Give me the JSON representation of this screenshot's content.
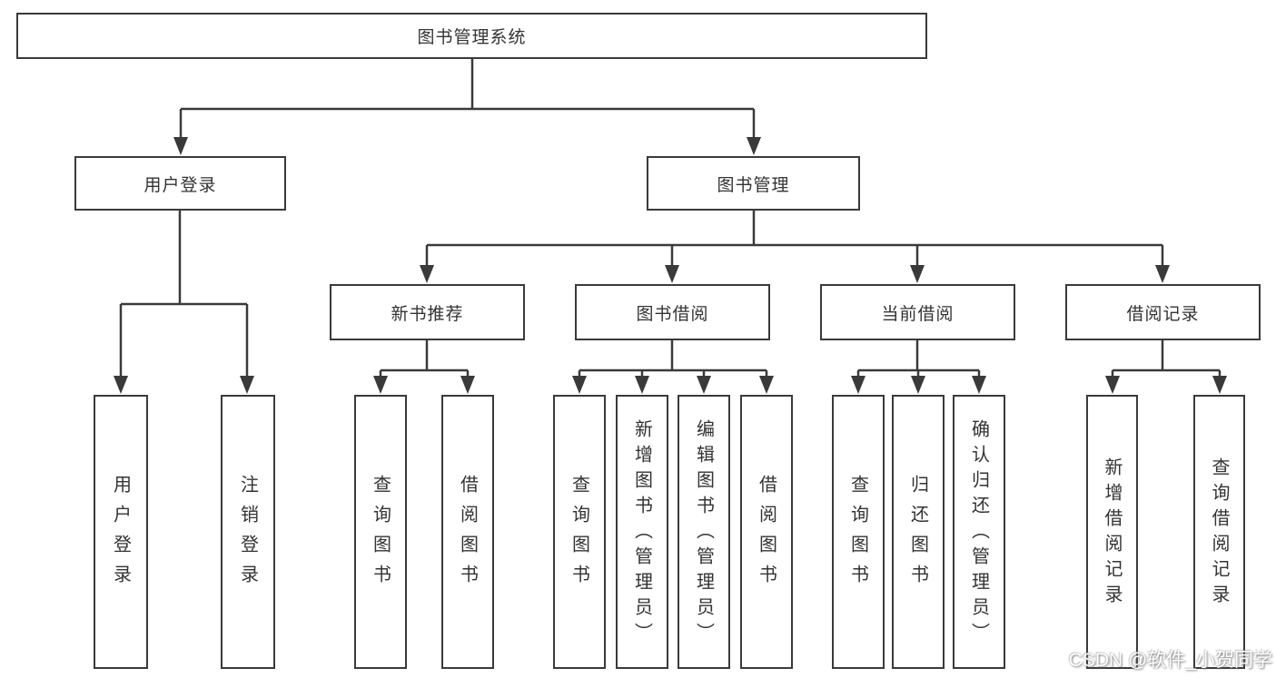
{
  "diagram": {
    "root": {
      "label": "图书管理系统"
    },
    "branches": [
      {
        "label": "用户登录",
        "children": [
          {
            "label": "用户登录"
          },
          {
            "label": "注销登录"
          }
        ]
      },
      {
        "label": "图书管理",
        "children": [
          {
            "label": "新书推荐",
            "children": [
              {
                "label": "查询图书"
              },
              {
                "label": "借阅图书"
              }
            ]
          },
          {
            "label": "图书借阅",
            "children": [
              {
                "label": "查询图书"
              },
              {
                "label": "新增图书（管理员）"
              },
              {
                "label": "编辑图书（管理员）"
              },
              {
                "label": "借阅图书"
              }
            ]
          },
          {
            "label": "当前借阅",
            "children": [
              {
                "label": "查询图书"
              },
              {
                "label": "归还图书"
              },
              {
                "label": "确认归还（管理员）"
              }
            ]
          },
          {
            "label": "借阅记录",
            "children": [
              {
                "label": "新增借阅记录"
              },
              {
                "label": "查询借阅记录"
              }
            ]
          }
        ]
      }
    ]
  },
  "watermark": {
    "text": "CSDN @软件_小贺同学"
  },
  "colors": {
    "line": "#3a3a3a",
    "text": "#333333",
    "background": "#ffffff"
  }
}
